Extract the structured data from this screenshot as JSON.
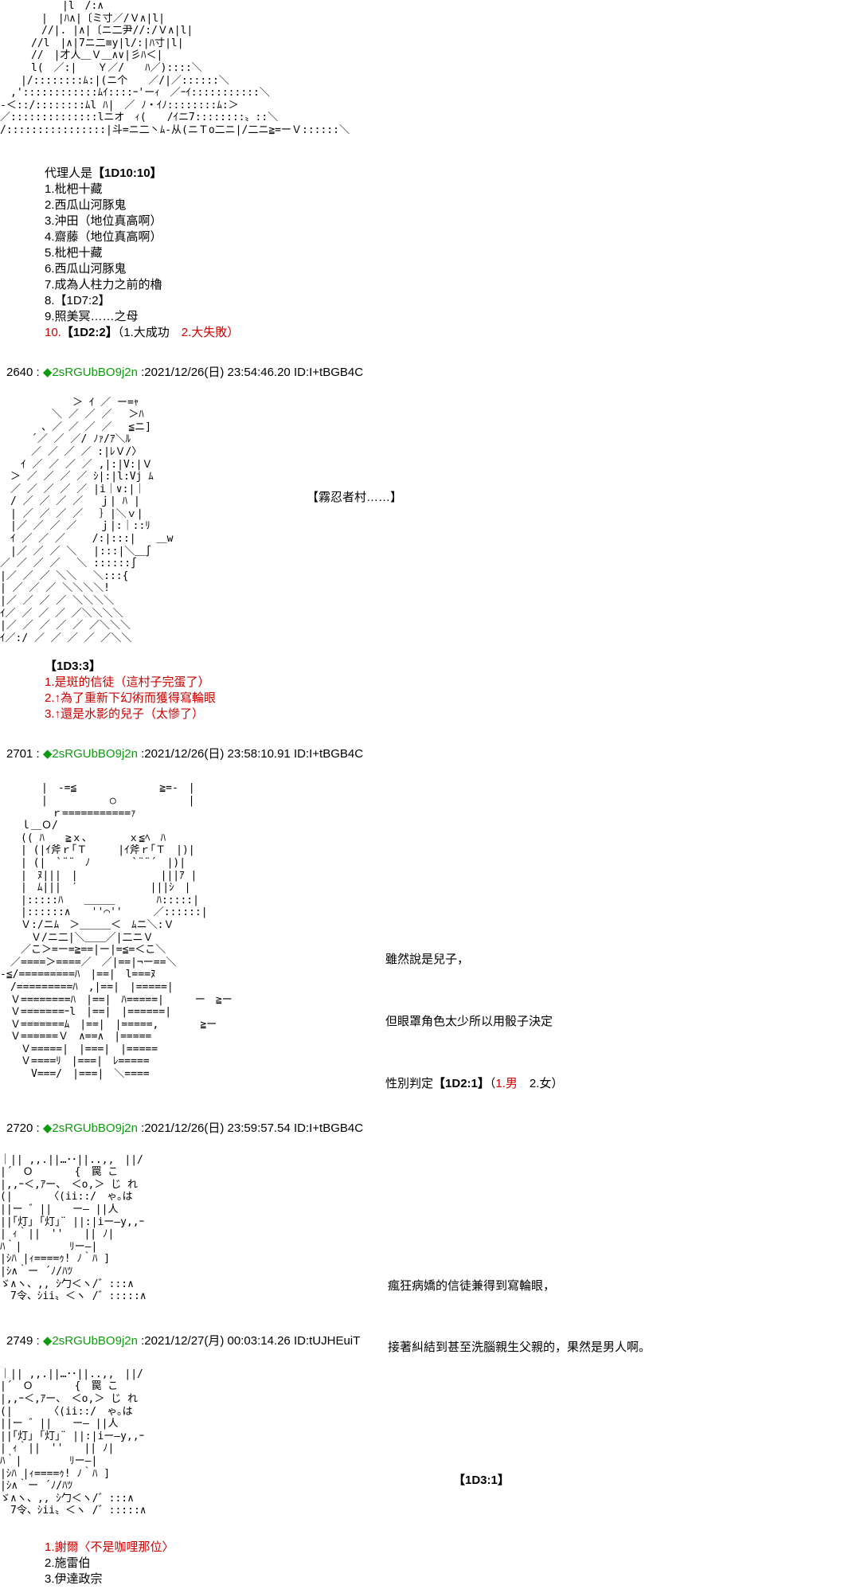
{
  "aa": {
    "top": [
      "　　　　　　|l　/:∧",
      "　　　　|　|ﾊ∧|〔ミ寸／/Ｖ∧|l|",
      "　　　　//|. |∧|〔ニ二尹//:/Ｖ∧|l|",
      "　　　//l　|∧|7ニ二≡y|l/:|ﾊ寸|l|",
      "　　　//　|才人＿Ｖ＿∧∨|彡ﾊ＜|",
      "　　　l(　／:|　　Ｙ／/　　ﾊ／)::::＼",
      "　　|/::::::::ﾑ:|(ニ个　　／/|／::::::＼",
      "　,'::::::::::::ﾑｲ::::ｰ'ーｨ　／ｰｲ:::::::::::＼",
      "-＜::/::::::::ﾑl ﾊ|　／ ﾉ・ｲﾉ::::::::ﾑ:＞",
      "／::::::::::::::lニオ　ｨ(　　/ｲニ7::::::::〟::＼",
      "/::::::::::::::::|斗=ニ二丶ﾑ-从(ニＴo二ニ|/二ニ≧=ーＶ::::::＼"
    ],
    "village": [
      "　　　　　　　＞ ｲ ／ ー=ｬ",
      "　　　　　＼ ／ ／ ／ 　＞ﾊ",
      "　　　　、／ ／ ／ ／ 　≦ニ]",
      "　　　´／ ／ ／/ ﾉｧ/ｱ＼ﾙ",
      "　　　／ ／ ／ ／ :|ﾚＶ/〉",
      "　　ｲ ／ ／ ／ ／ ,|:|V:|Ｖ",
      "　＞ ／ ／ ／ ／ ｼ|:|l:Vj ﾑ",
      "　／ ／ ／ ／ ／ |i｜∨:|｜",
      "　/ ／ ／ ／ ／ 　ｊ| ﾊ |",
      "　| ／ ／ ／ ／ 　｝|＼ｖ|",
      "　|／ ／ ／ ／ 　 ｊ|:｜::ﾘ",
      "　ｲ ／ ／ ／ 　　/:|:::|　　＿w",
      "　|／ ／ ／ ＼　 |:::|＼＿∫",
      "／ ／ ／ ／ 　＼ ::::::∫",
      "|／ ／ ／ ＼＼ 　＼:::{",
      "| ／ ／ ／ ＼＼＼＼!",
      "|／ ／ ／ ／ ＼＼＼＼",
      "ｲ／ ／ ／ ／ ／＼＼＼＼",
      "|／ ／ ／ ／ ／ ／＼＼＼",
      "ｲ／:/ ／ ／ ／ ／ ／＼＼"
    ],
    "madara": [
      "　　　　|　-=≦　　　　　　　　≧=-　|",
      "　　　　|　　　　　　○　　　　　　　|",
      "　　　　　ｒ===========ｧ",
      "　　ｌ＿Ｏ/",
      "　　(( ﾊ　　≧ｘ、　　　　ｘ≦ﾍ　ﾊ",
      "　　| (|ｲ斧ｒ｢Ｔ　　　|ｲ斧ｒ｢Ｔ　|)|",
      "　　| (|　`¨¨　ﾉ　　　　`¨¨´　|)|",
      "　　|　ﾇ|||　|　　　　　　　　|||ｱ |",
      "　　|　ﾑ|||　′　　　　　　　|||ｼ　|",
      "　　|:::::ﾊ　　＿＿＿　　　　ﾊ:::::|",
      "　　|::::::∧　　''⌒''　　　／::::::|",
      "　　Ｖ:/ニﾑ　＞＿＿＿＜　ﾑニ＼:Ｖ",
      "　　　Ｖ/ニ二|＼＿＿／|二ニＶ",
      "　　／こ＞=ー=≧==|ー|=≦=＜こ＼",
      "　／====＞====／　／|==|¬ー==＼",
      "-≦/=========ﾊ　|==|　l===ﾇ",
      "　/=========ﾊ　,|==|　|=====|",
      "　Ｖ========ﾊ　|==|　ﾊ=====|　　　ー　≧ー",
      "　Ｖ=======ｰl　|==|　|======|",
      "　Ｖ=======ﾑ　|==|　|=====,　　　　≧ー",
      "　Ｖ======Ｖ　∧==∧　|=====",
      "　　Ｖ=====|　|===|　|=====",
      "　　Ｖ====ﾘ　|===|　ﾚ=====",
      "　　　V===/　|===|　＼===="
    ],
    "yagura": [
      "｜|| ,,.||…･･||..,,　||/",
      "|´　Ｏ　　　　{　罠 こ",
      "|,,ｰ＜,ｱー、　＜o,＞ じ れ",
      "(|　　　　〈(ii::/　ゃ｡は",
      "||ー ゛||　　ー― ||人",
      "||｢灯｣ ｢灯｣¨ ||:|iー―y,,ｰ",
      "| ｨ｀||　''　　|| ﾉ|",
      "ﾊ｀|　　　　 ﾘー―|",
      "|ｼﾊ |ｨ====ｩ! ﾉ｀ﾊ ]",
      "|ｼ∧｀ー ´ﾉ/ﾊﾂ",
      "ゞ∧ヽ、,, ｼ勹＜ヽ/゛:::∧",
      "　7令、ｼii〟＜ヽ /゛:::::∧"
    ]
  },
  "block1": {
    "intro_prefix": "代理人是",
    "intro_dice": "【1D10:10】",
    "items": [
      "1.枇杷十藏",
      "2.西瓜山河豚鬼",
      "3.沖田（地位真高啊）",
      "4.齋藤（地位真高啊）",
      "5.枇杷十藏",
      "6.西瓜山河豚鬼",
      "7.成為人柱力之前的櫓",
      "8.【1D7:2】",
      "9.照美冥……之母"
    ],
    "item10": {
      "prefix": "10.",
      "dice": "【1D2:2】",
      "mid": "（1.大成功　",
      "tail": "2.大失敗）"
    }
  },
  "posts": {
    "p2640": {
      "number": "2640 : ",
      "name": "◆2sRGUbBO9j2n",
      "rest": " :2021/12/26(日) 23:54:46.20 ID:I+tBGB4C"
    },
    "p2701": {
      "number": "2701 : ",
      "name": "◆2sRGUbBO9j2n",
      "rest": " :2021/12/26(日) 23:58:10.91 ID:I+tBGB4C"
    },
    "p2720": {
      "number": "2720 : ",
      "name": "◆2sRGUbBO9j2n",
      "rest": " :2021/12/26(日) 23:59:57.54 ID:I+tBGB4C"
    },
    "p2749": {
      "number": "2749 : ",
      "name": "◆2sRGUbBO9j2n",
      "rest": " :2021/12/27(月) 00:03:14.26 ID:tUJHEuiT"
    }
  },
  "village_caption": "【霧忍者村……】",
  "block2": {
    "dice": "【1D3:3】",
    "options": [
      "1.是斑的信徒（這村子完蛋了）",
      "2.↑為了重新下幻術而獲得寫輪眼",
      "3.↑還是水影的兒子（太慘了）"
    ]
  },
  "madara_text": {
    "line1": "雖然說是兒子，",
    "line2": "但眼罩角色太少所以用骰子決定",
    "line3_prefix": "性別判定",
    "line3_dice": "【1D2:1】",
    "line3_open": "（",
    "line3_male": "1.男",
    "line3_rest": "　2.女）"
  },
  "yagura_text": {
    "line1": "瘋狂病嬌的信徒兼得到寫輪眼，",
    "line2": "接著糾結到甚至洗腦親生父親的，果然是男人啊。"
  },
  "final_dice": "【1D3:1】",
  "block3": {
    "options": [
      "1.謝爾〈不是咖哩那位〉",
      "2.施雷伯",
      "3.伊達政宗"
    ]
  },
  "colors": {
    "red": "#cc0000",
    "name_green": "#0f9b0f",
    "text": "#000000",
    "background": "#ffffff"
  }
}
